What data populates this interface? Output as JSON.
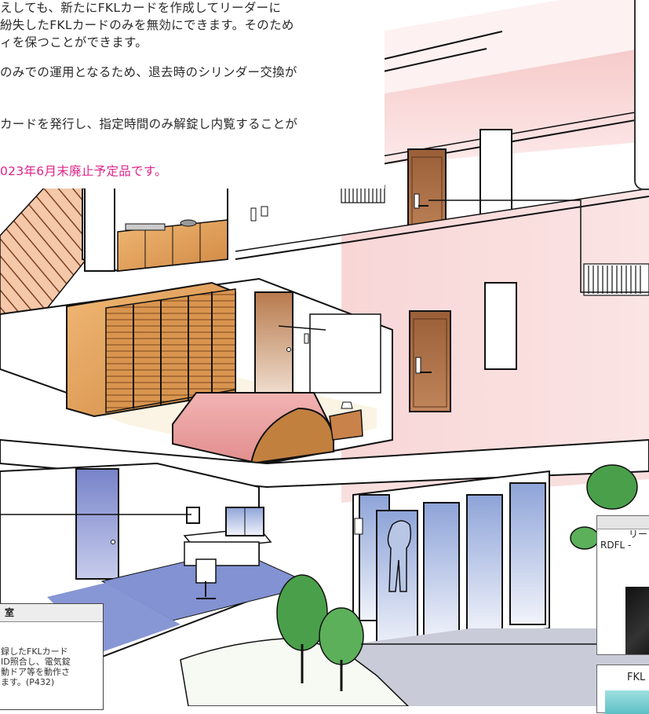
{
  "intro_text": {
    "line1": "えしても、新たにFKLカードを作成してリーダーに",
    "line2": "紛失したFKLカードのみを無効にできます。そのため",
    "line3": "ィを保つことができます。",
    "line4": "のみでの運用となるため、退去時のシリンダー交換が",
    "line5": "カードを発行し、指定時間のみ解錠し内覧することが",
    "notice": "023年6月末廃止予定品です。"
  },
  "info_box": {
    "title": "室",
    "line1": "録したFKLカード",
    "line2": "ID照合し、電気錠",
    "line3": "動ドア等を動作さ",
    "line4": "ます。(P432)"
  },
  "reader_card": {
    "title_line1": "リー",
    "title_line2": "RDFL -"
  },
  "fkl_card": {
    "title": "FKL"
  },
  "colors": {
    "notice": "#e0248a",
    "pink_band": "#f3c8c8",
    "wood": "#d99a55",
    "door_brown": "#a66b43",
    "floor_blue": "#7d8fd0",
    "tree_green": "#3c9a3c"
  }
}
